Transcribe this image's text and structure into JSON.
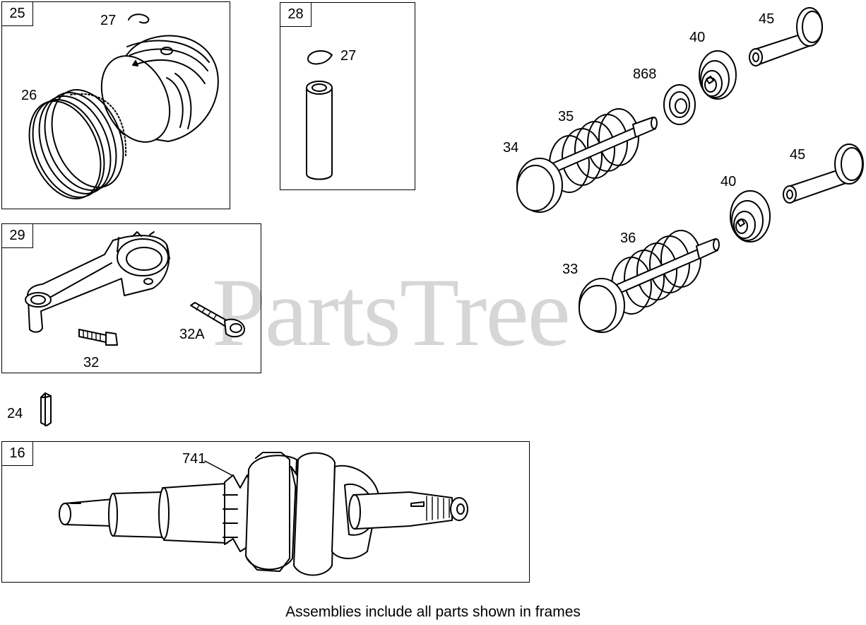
{
  "watermark": {
    "text": "PartsTree",
    "mark": "TM"
  },
  "frames": [
    {
      "id": "piston",
      "number": "25"
    },
    {
      "id": "pin",
      "number": "28"
    },
    {
      "id": "rod",
      "number": "29"
    },
    {
      "id": "crankshaft",
      "number": "16"
    }
  ],
  "callouts": {
    "retainer_top": "27",
    "rings": "26",
    "retainer_pin": "27",
    "bolt_32": "32",
    "bolt_32a": "32A",
    "key": "24",
    "gear": "741",
    "tappet_top": "45",
    "tappet_bottom": "45",
    "keeper_top": "40",
    "keeper_bottom": "40",
    "seal": "868",
    "spring_top": "35",
    "spring_bottom": "36",
    "valve_top": "34",
    "valve_bottom": "33"
  },
  "footer": "Assemblies include all parts shown in frames"
}
